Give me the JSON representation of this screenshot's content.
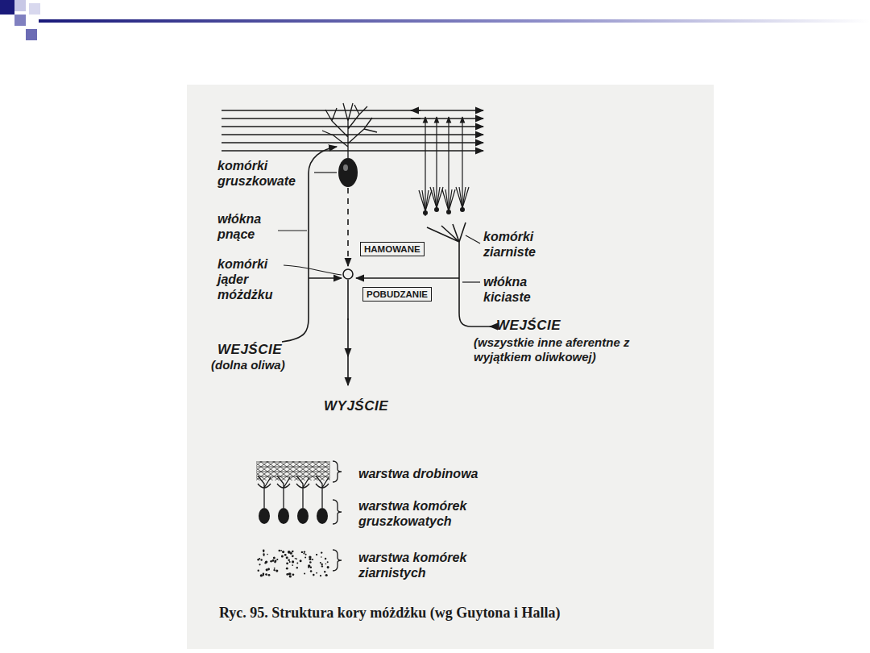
{
  "diagram": {
    "caption": "Ryc. 95. Struktura kory móżdżku (wg Guytona i Halla)",
    "nodes": [
      {
        "text": [
          "HAMOWANE"
        ]
      },
      {
        "text": [
          "POBUDZANIE"
        ]
      }
    ],
    "labels": [
      "komórki gruszkowate",
      "włókna pnące",
      "komórki jąder móżdżku",
      "komórki ziarniste",
      "włókna kiciaste",
      "WEJŚCIE",
      "(wszystkie inne aferentne z wyjątkiem oliwkowej)",
      "WEJŚCIE",
      "(dolna oliwa)",
      "WYJŚCIE",
      "warstwa drobinowa",
      "warstwa komórek gruszkowatych",
      "warstwa komórek ziarnistych"
    ]
  }
}
